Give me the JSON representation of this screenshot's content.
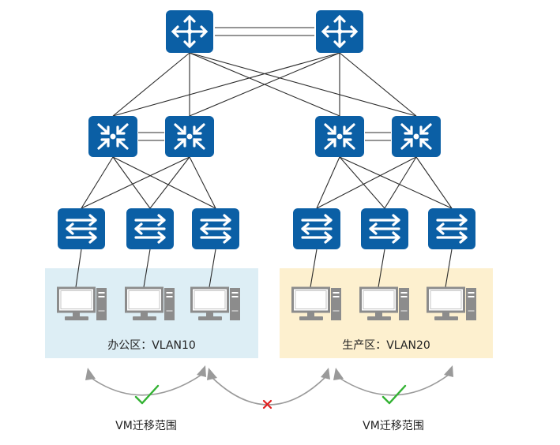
{
  "zones": {
    "office": {
      "label": "办公区：VLAN10",
      "fill": "#ddeef5"
    },
    "production": {
      "label": "生产区：VLAN20",
      "fill": "#fdf0cf"
    }
  },
  "migration": {
    "office_range": "VM迁移范围",
    "production_range": "VM迁移范围"
  },
  "colors": {
    "device": "#0b5fa5",
    "link": "#2b2b2b",
    "pc": "#8c8c8c",
    "arc": "#9a9a9a",
    "check": "#33b233",
    "cross": "#e02020"
  },
  "icons": {
    "core": "router-icon",
    "aggregation": "core-switch-icon",
    "access": "access-switch-icon",
    "host": "pc-icon"
  }
}
